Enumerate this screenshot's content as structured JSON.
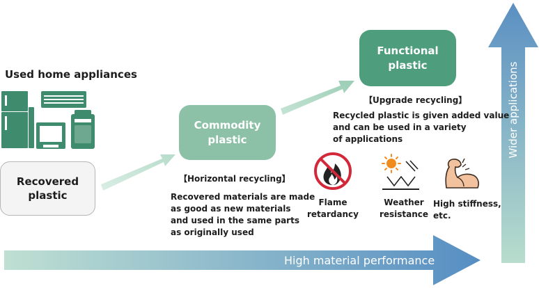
{
  "title": "Used home appliances",
  "nodes": {
    "recovered": "Recovered\nplastic",
    "commodity": "Commodity\nplastic",
    "functional": "Functional\nplastic"
  },
  "horizontal": {
    "heading": "【Horizontal recycling】",
    "body": "Recovered materials are made\nas good as new materials\nand used in the same parts\nas originally used"
  },
  "upgrade": {
    "heading": "【Upgrade recycling】",
    "body": "Recycled plastic is given added value\nand can be used in a variety\nof applications"
  },
  "features": [
    {
      "icon": "no-fire-icon",
      "label": "Flame\nretardancy"
    },
    {
      "icon": "sun-weather-icon",
      "label": "Weather\nresistance"
    },
    {
      "icon": "flexed-arm-icon",
      "label": "High stiffness,\netc."
    }
  ],
  "axes": {
    "horizontal": "High material performance",
    "vertical": "Wider applications"
  },
  "colors": {
    "appliance_green": "#3f8b6d",
    "commodity_box": "#8cc1a7",
    "functional_box": "#4e9e7d",
    "recovered_box": "#f4f4f4",
    "arrow_start": "#bde0cf",
    "arrow_end": "#5a8fc2",
    "prohibit_red": "#d2283a",
    "sun_orange": "#f08c1e"
  }
}
